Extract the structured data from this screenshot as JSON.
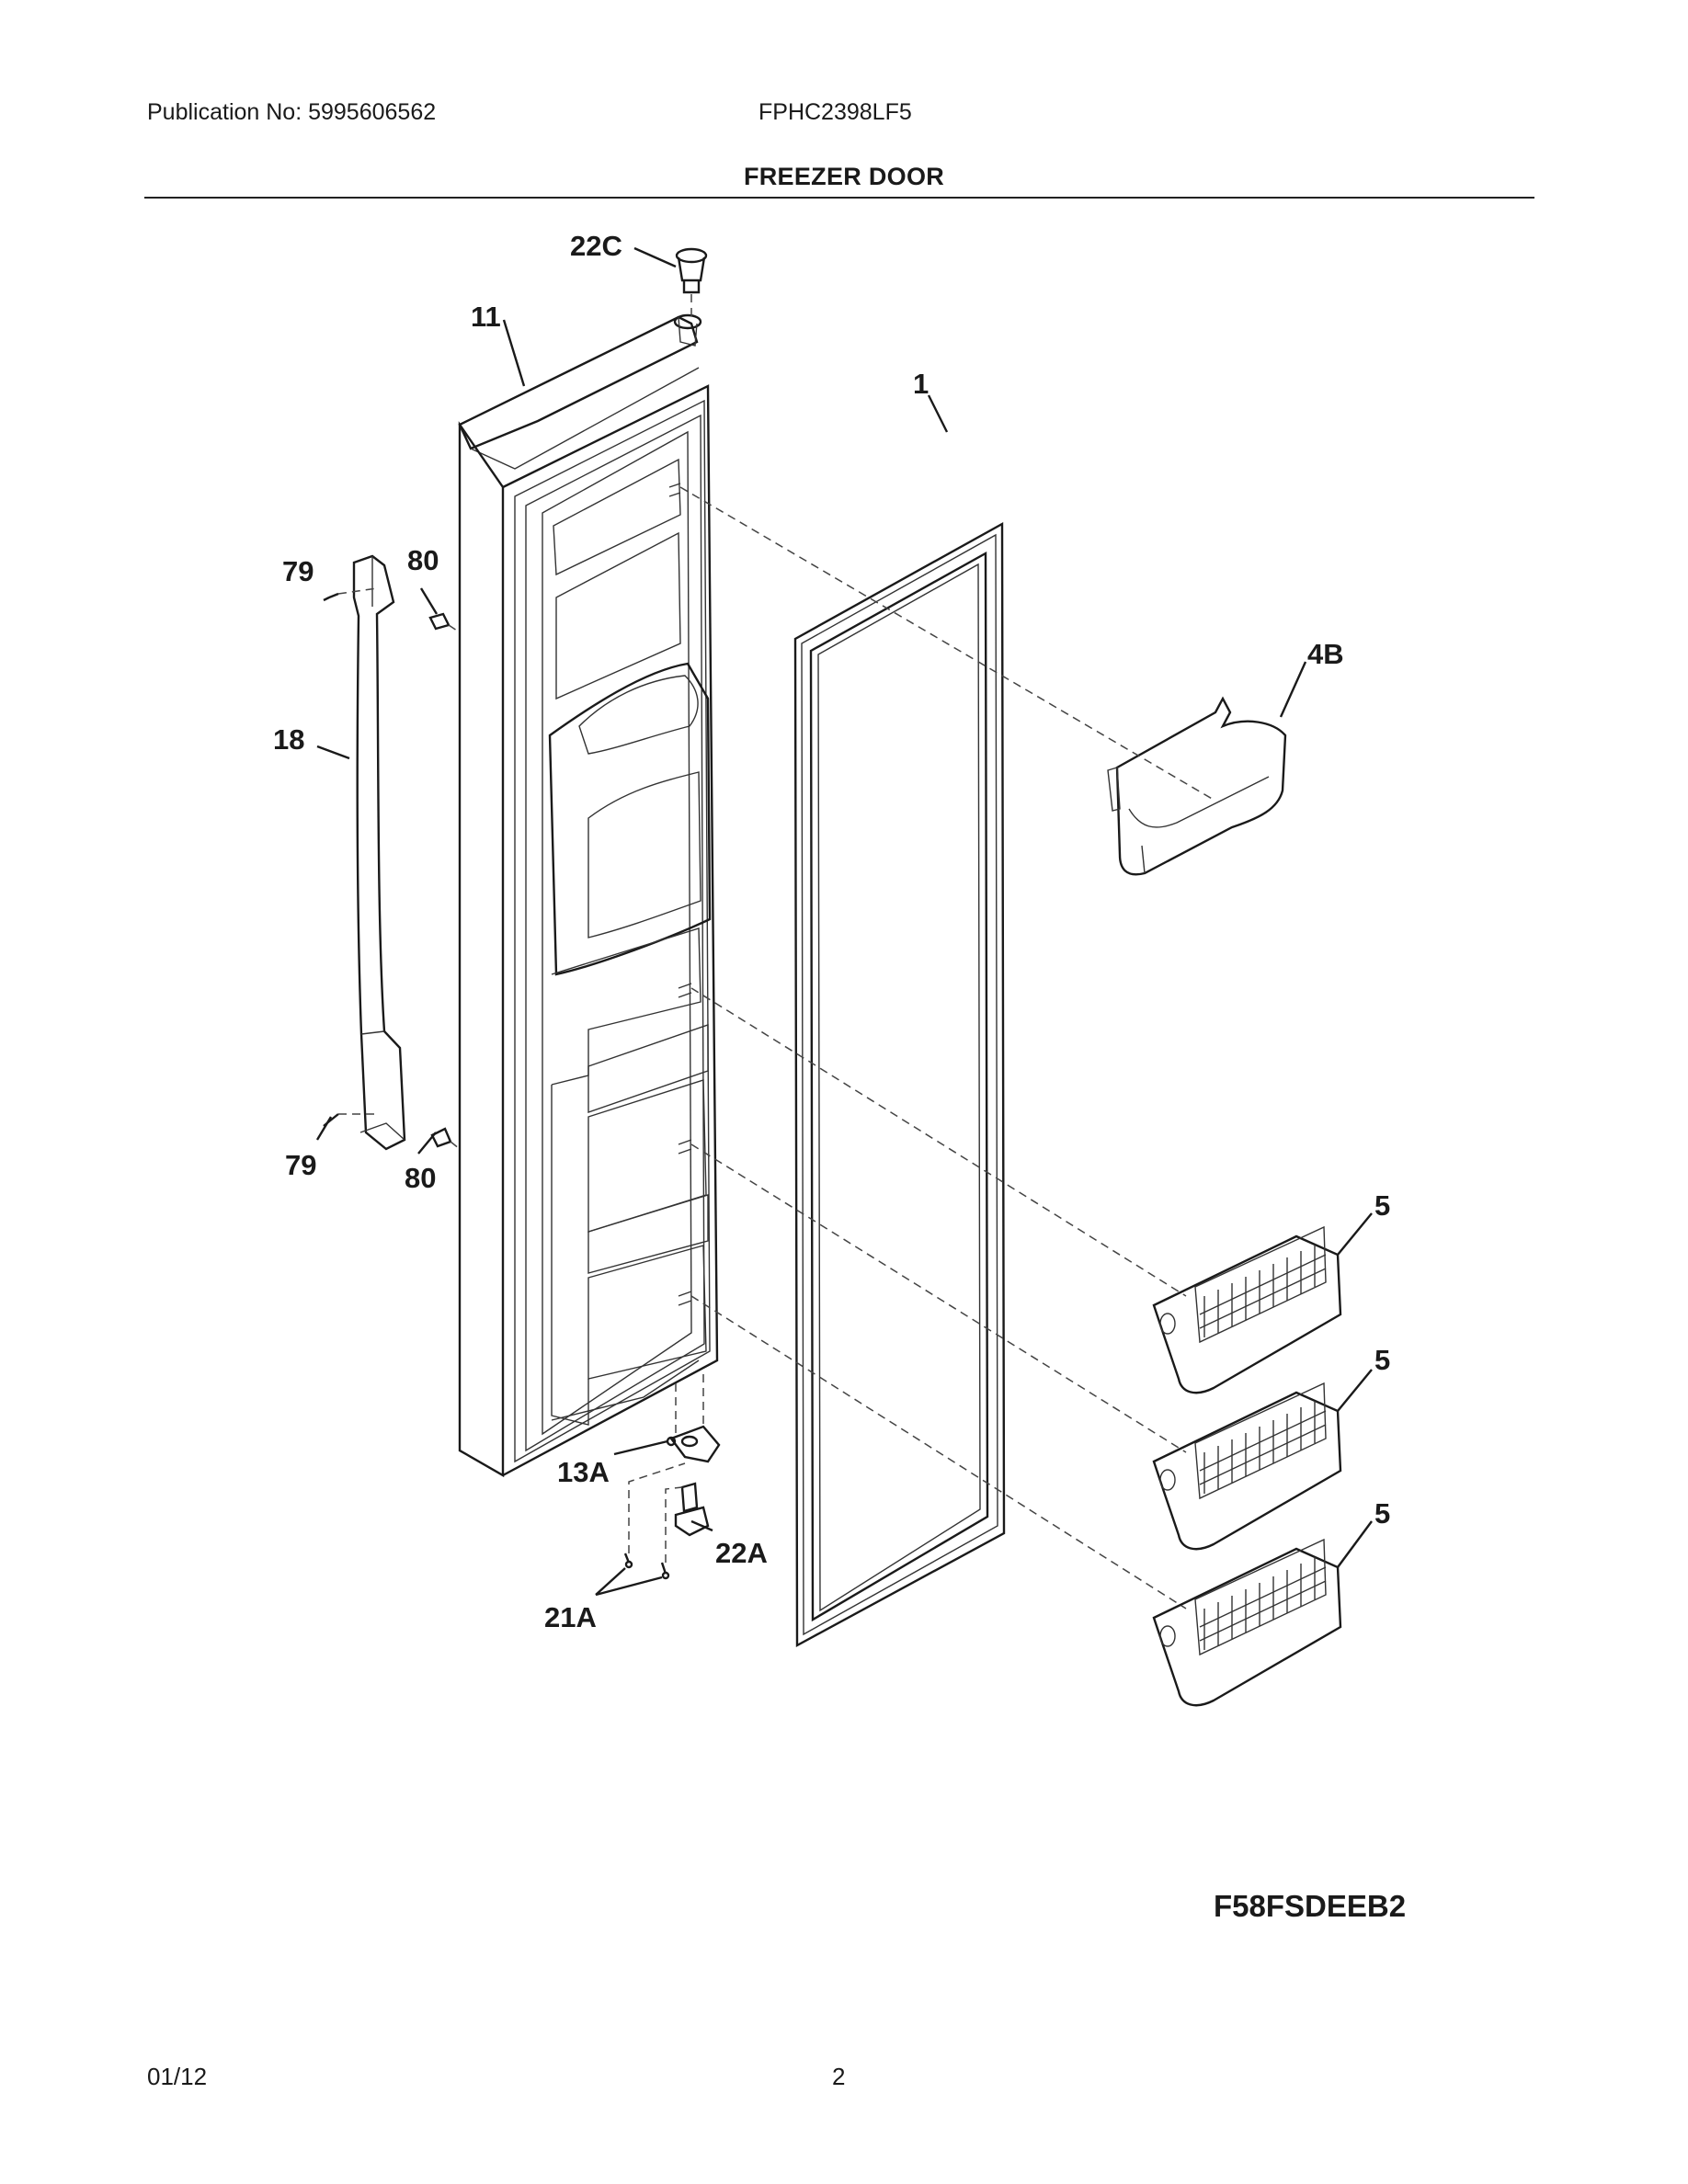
{
  "header": {
    "publication": "Publication No: 5995606562",
    "model": "FPHC2398LF5"
  },
  "title": "FREEZER DOOR",
  "diagram_code": "F58FSDEEB2",
  "footer": {
    "date": "01/12",
    "page": "2"
  },
  "callouts": {
    "c22C": "22C",
    "c11": "11",
    "c1": "1",
    "c79a": "79",
    "c80a": "80",
    "c4B": "4B",
    "c18": "18",
    "c79b": "79",
    "c80b": "80",
    "c5a": "5",
    "c5b": "5",
    "c5c": "5",
    "c13A": "13A",
    "c22A": "22A",
    "c21A": "21A"
  }
}
